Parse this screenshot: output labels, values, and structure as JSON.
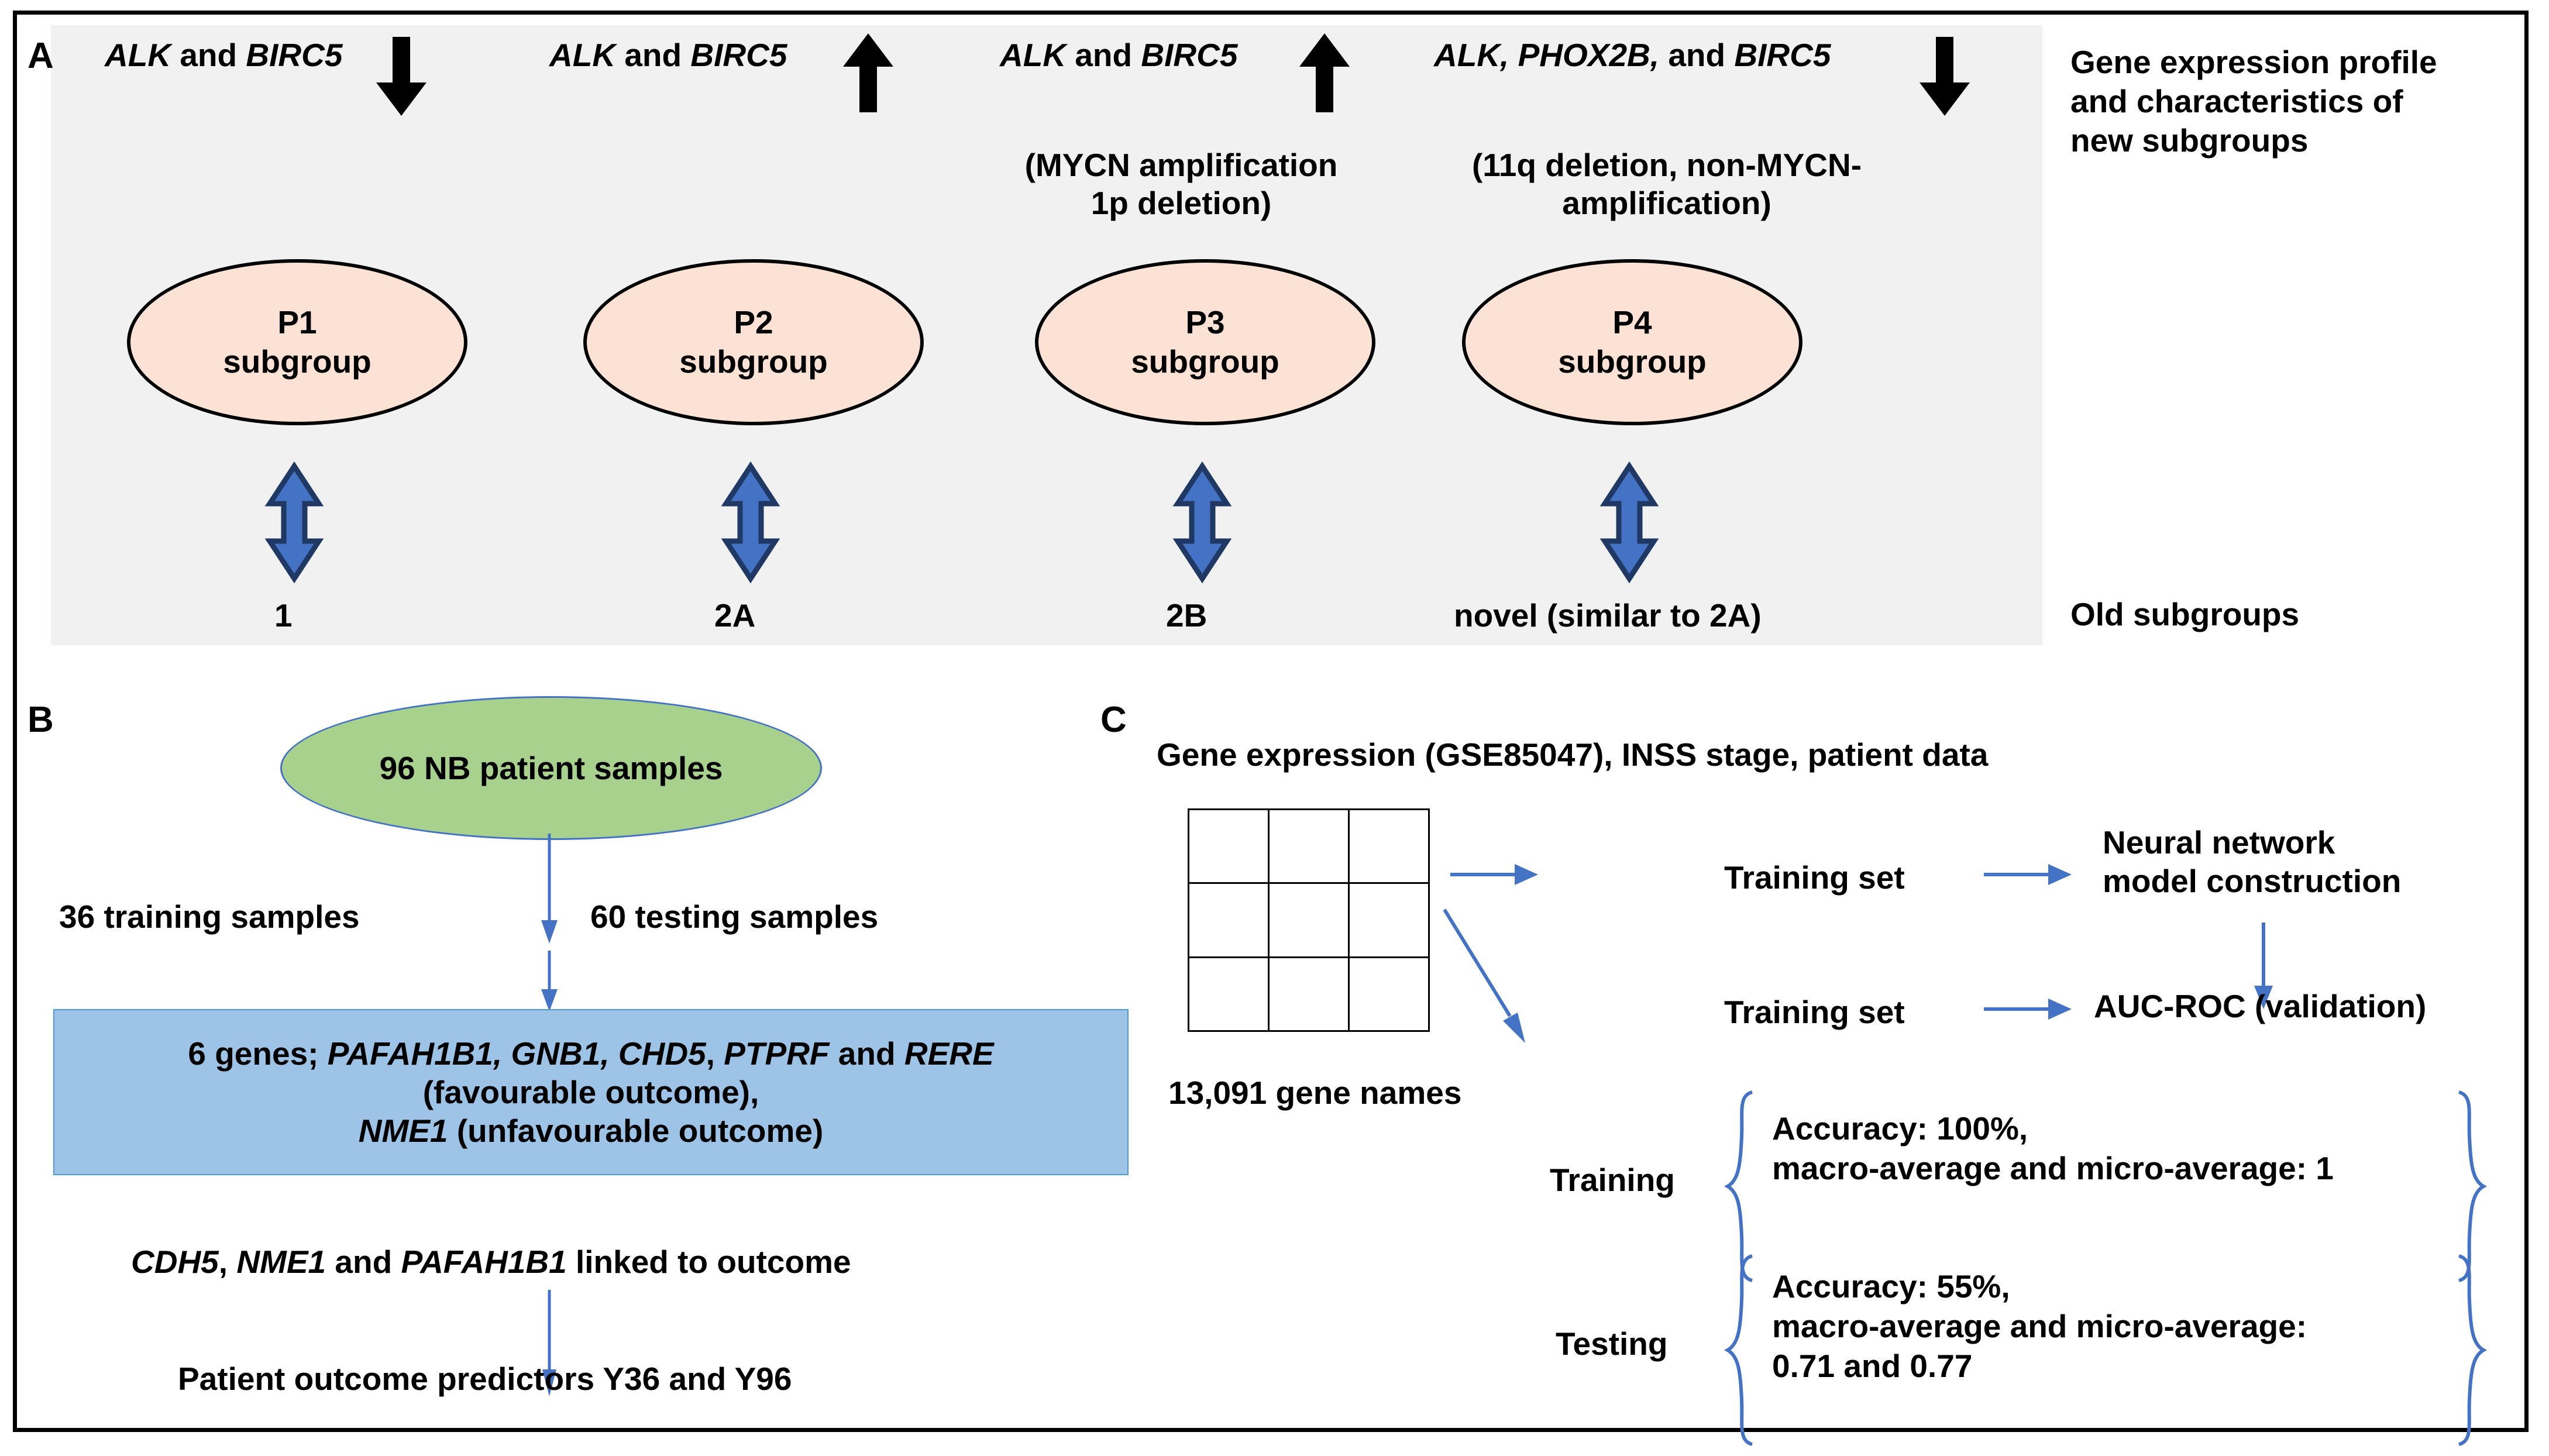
{
  "figure": {
    "panels": [
      "A",
      "B",
      "C"
    ]
  },
  "panelA": {
    "letter": "A",
    "side_label": "Gene expression profile and characteristics of new subgroups",
    "side_label_lines": [
      "Gene expression profile",
      "and characteristics of",
      "new subgroups"
    ],
    "old_subgroups_label": "Old subgroups",
    "groups": [
      {
        "genes_html": "<i>ALK</i> and <i>BIRC5</i>",
        "direction": "down",
        "note": "",
        "note_lines": [],
        "ellipse_line1": "P1",
        "ellipse_line2": "subgroup",
        "old_subgroup": "1"
      },
      {
        "genes_html": "<i>ALK</i> and <i>BIRC5</i>",
        "direction": "up",
        "note": "",
        "note_lines": [],
        "ellipse_line1": "P2",
        "ellipse_line2": "subgroup",
        "old_subgroup": "2A"
      },
      {
        "genes_html": "<i>ALK</i> and <i>BIRC5</i>",
        "direction": "up",
        "note": "(MYCN amplification 1p deletion)",
        "note_lines": [
          "(MYCN amplification",
          "1p deletion)"
        ],
        "ellipse_line1": "P3",
        "ellipse_line2": "subgroup",
        "old_subgroup": "2B"
      },
      {
        "genes_html": "<i>ALK, PHOX2B,</i> and <i>BIRC5</i>",
        "direction": "down",
        "note": "(11q deletion, non-MYCN-amplification)",
        "note_lines": [
          "(11q deletion, non-MYCN-",
          "amplification)"
        ],
        "ellipse_line1": "P4",
        "ellipse_line2": "subgroup",
        "old_subgroup": "novel (similar to 2A)"
      }
    ]
  },
  "panelB": {
    "letter": "B",
    "source_node": "96 NB patient samples",
    "split_left": "36 training samples",
    "split_right": "60 testing samples",
    "gene_box_lines": [
      "6 genes; PAFAH1B1, GNB1, CHD5, PTPRF and RERE",
      "(favourable outcome),",
      "NME1 (unfavourable outcome)"
    ],
    "linked_text": "CDH5, NME1 and PAFAH1B1 linked to outcome",
    "predictors_text": "Patient outcome predictors Y36 and Y96"
  },
  "panelC": {
    "letter": "C",
    "header": "Gene expression (GSE85047), INSS stage, patient data",
    "grid_caption": "13,091 gene names",
    "grid_rows": 3,
    "grid_cols": 3,
    "flow": {
      "top_set": "Training set",
      "bottom_set": "Training set",
      "model": "Neural network model construction",
      "model_lines": [
        "Neural network",
        "model construction"
      ],
      "validation": "AUC-ROC (validation)"
    },
    "results": [
      {
        "label": "Training",
        "lines": [
          "Accuracy: 100%,",
          "macro-average and micro-average: 1"
        ]
      },
      {
        "label": "Testing",
        "lines": [
          "Accuracy: 55%,",
          "macro-average and micro-average:",
          "0.71 and 0.77"
        ]
      }
    ]
  },
  "colors": {
    "panelA_bg": "#f1f1f1",
    "ellipse_fill": "#fbe2d5",
    "green_fill": "#a9d18e",
    "blue_box_fill": "#9dc3e6",
    "arrow_blue": "#4472c4",
    "arrow_blue_dark": "#1f3864",
    "black": "#000000"
  }
}
